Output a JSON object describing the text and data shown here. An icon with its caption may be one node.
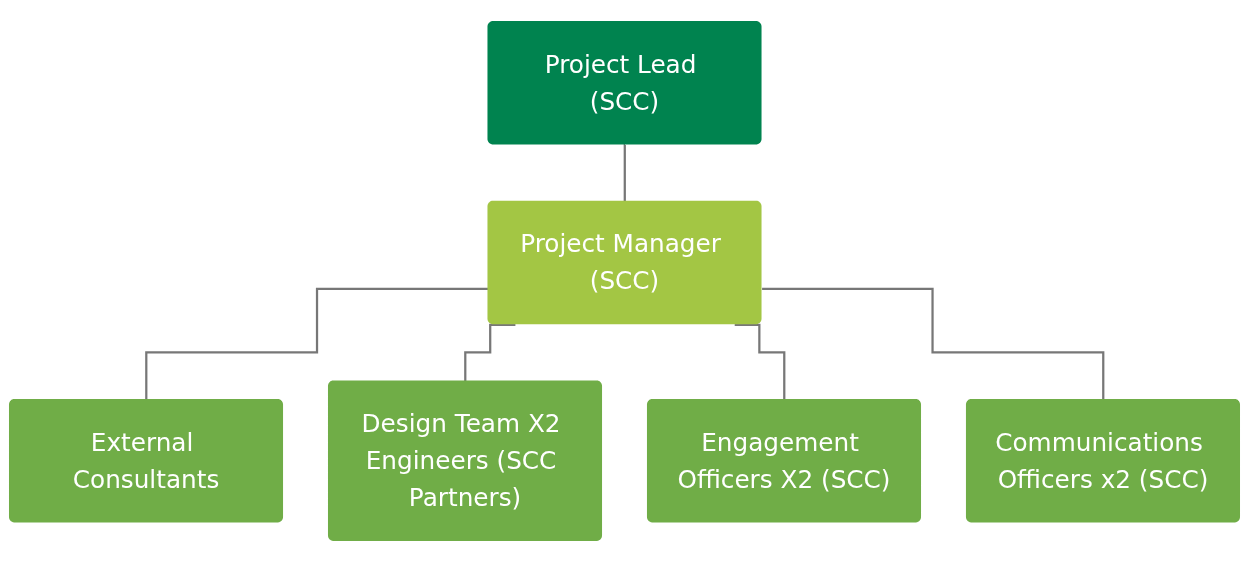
{
  "diagram": {
    "nodes": [
      {
        "text": [
          "Project Lead (SCC)"
        ]
      },
      {
        "text": [
          "Project Manager (SCC)"
        ]
      },
      {
        "text": [
          "External Consultants"
        ]
      },
      {
        "text": [
          "Design Team X2 Engineers (SCC Partners)"
        ]
      },
      {
        "text": [
          "Engagement Officers X2 (SCC)"
        ]
      },
      {
        "text": [
          "Communications Officers x2 (SCC)"
        ]
      }
    ],
    "edges": [
      {
        "from": 0,
        "to": 1,
        "arrow": "none"
      },
      {
        "from": 1,
        "to": 2,
        "arrow": "none"
      },
      {
        "from": 1,
        "to": 3,
        "arrow": "none"
      },
      {
        "from": 1,
        "to": 4,
        "arrow": "none"
      },
      {
        "from": 1,
        "to": 5,
        "arrow": "none"
      }
    ]
  }
}
